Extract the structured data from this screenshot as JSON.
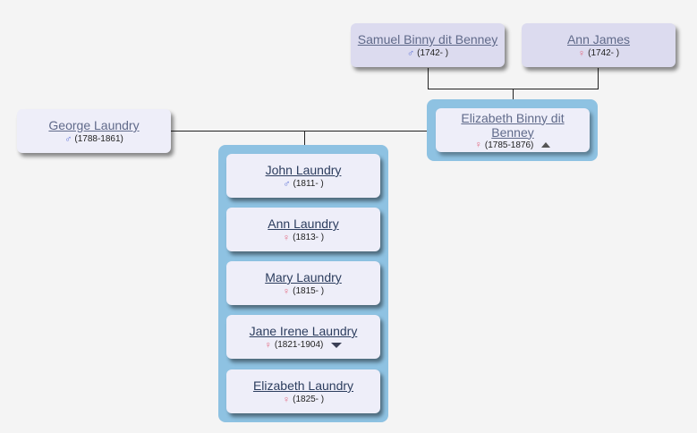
{
  "grandparents": [
    {
      "name": "Samuel Binny dit Benney",
      "sex": "♂",
      "years": "(1742- )"
    },
    {
      "name": "Ann James",
      "sex": "♀",
      "years": "(1742- )"
    }
  ],
  "father": {
    "name": "George Laundry",
    "sex": "♂",
    "years": "(1788-1861)"
  },
  "mother": {
    "name_line1": "Elizabeth Binny dit",
    "name_line2": "Benney",
    "sex": "♀",
    "years": "(1785-1876)"
  },
  "children": [
    {
      "name": "John Laundry",
      "sex": "♂",
      "years": "(1811- )"
    },
    {
      "name": "Ann Laundry",
      "sex": "♀",
      "years": "(1813- )"
    },
    {
      "name": "Mary Laundry",
      "sex": "♀",
      "years": "(1815- )"
    },
    {
      "name": "Jane Irene Laundry",
      "sex": "♀",
      "years": "(1821-1904)"
    },
    {
      "name": "Elizabeth Laundry",
      "sex": "♀",
      "years": "(1825- )"
    }
  ],
  "icons": {
    "expand_up": "triangle-up-icon",
    "expand_down": "triangle-down-icon",
    "male": "male-symbol-icon",
    "female": "female-symbol-icon"
  },
  "colors": {
    "background": "#f4f4f4",
    "group_highlight": "#8ec2e2",
    "card": "#eeeef9",
    "grandparent_card": "#dcdbef",
    "male": "#5b6fd6",
    "female": "#e36b82"
  }
}
